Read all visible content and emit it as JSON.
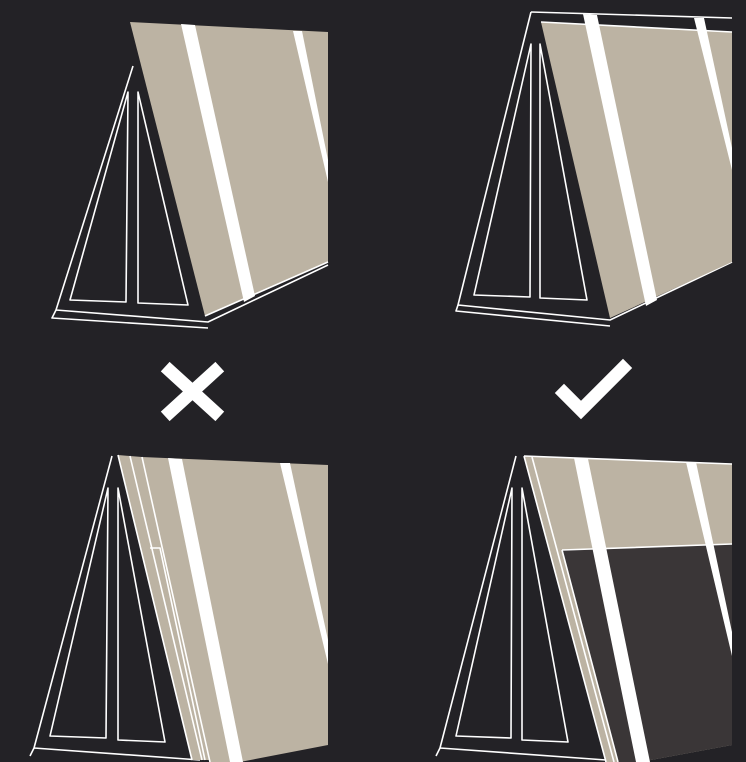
{
  "diagram": {
    "background_color": "#232226",
    "panel_color": "#bcb3a3",
    "dark_panel_color": "#3a3637",
    "line_color": "#ffffff",
    "marks": [
      {
        "icon": "cross-icon",
        "meaning": "incorrect"
      },
      {
        "icon": "check-icon",
        "meaning": "correct"
      }
    ],
    "figures": [
      {
        "name": "incorrect-single-sheet"
      },
      {
        "name": "correct-single-sheet"
      },
      {
        "name": "incorrect-layered-sheets"
      },
      {
        "name": "correct-layered-sheets"
      }
    ]
  }
}
